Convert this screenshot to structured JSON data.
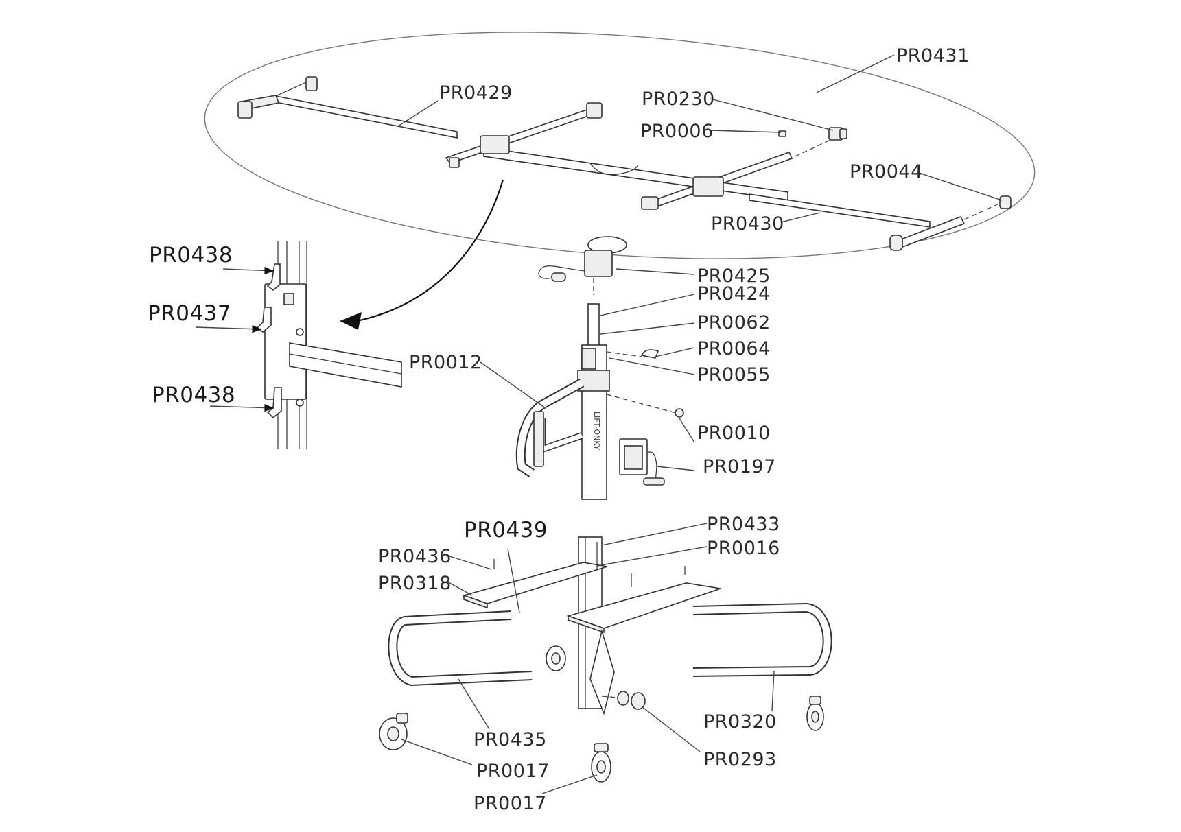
{
  "labels": {
    "pr0431": "PR0431",
    "pr0429": "PR0429",
    "pr0230": "PR0230",
    "pr0006": "PR0006",
    "pr0044": "PR0044",
    "pr0430": "PR0430",
    "pr0438_top": "PR0438",
    "pr0437": "PR0437",
    "pr0438_bottom": "PR0438",
    "pr0425": "PR0425",
    "pr0424": "PR0424",
    "pr0062": "PR0062",
    "pr0064": "PR0064",
    "pr0055": "PR0055",
    "pr0012": "PR0012",
    "pr0010": "PR0010",
    "pr0197": "PR0197",
    "pr0433": "PR0433",
    "pr0439": "PR0439",
    "pr0016": "PR0016",
    "pr0436": "PR0436",
    "pr0318": "PR0318",
    "pr0320": "PR0320",
    "pr0435": "PR0435",
    "pr0293": "PR0293",
    "pr0017_left": "PR0017",
    "pr0017_bottom": "PR0017"
  },
  "mast_text": "LIFT-ONKY"
}
